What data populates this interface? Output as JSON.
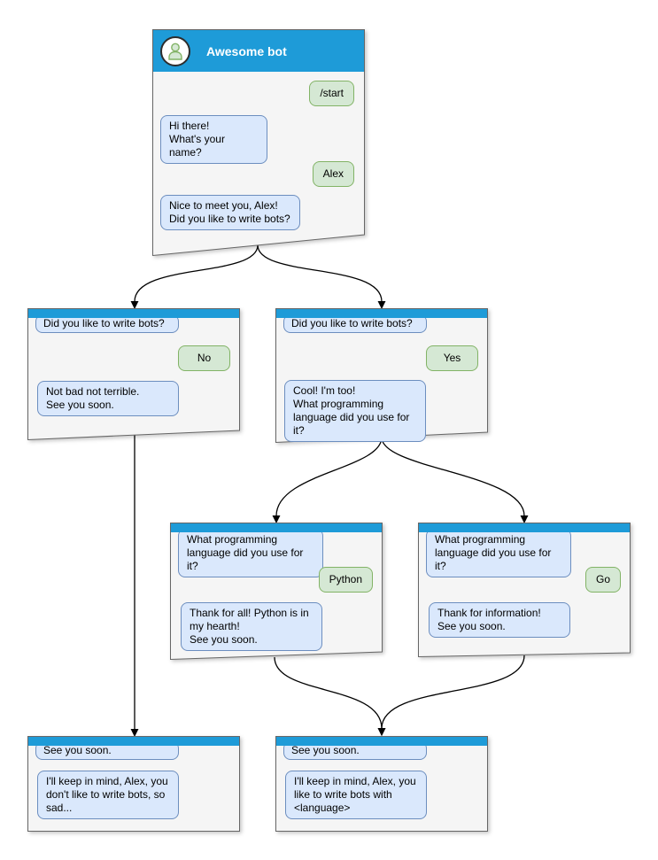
{
  "colors": {
    "header_blue": "#1E9BD8",
    "body_fill": "#F5F5F5",
    "body_border": "#666666",
    "bubble_blue_fill": "#DAE8FC",
    "bubble_blue_border": "#6C8EBF",
    "bubble_green_fill": "#D5E8D4",
    "bubble_green_border": "#82B366"
  },
  "nodes": {
    "root": {
      "title": "Awesome bot",
      "m1": "/start",
      "m2": "Hi there!\nWhat's your name?",
      "m3": "Alex",
      "m4": "Nice to meet you, Alex!\nDid you like to write bots?"
    },
    "no": {
      "question": "Did you like to write bots?",
      "answer": "No",
      "reply": "Not bad not terrible.\nSee you soon."
    },
    "yes": {
      "question": "Did you like to write bots?",
      "answer": "Yes",
      "reply": "Cool! I'm too!\nWhat programming\nlanguage did you use for it?"
    },
    "python": {
      "question": "What programming\nlanguage did you use for it?",
      "answer": "Python",
      "reply": "Thank for all! Python is in\nmy hearth!\nSee you soon."
    },
    "go": {
      "question": "What programming\nlanguage did you use for it?",
      "answer": "Go",
      "reply": "Thank for information!\nSee you soon."
    },
    "final_no": {
      "question": "See you soon.",
      "reply": "I'll keep in mind, Alex, you\ndon't like to write bots, so\nsad..."
    },
    "final_yes": {
      "question": "See you soon.",
      "reply": "I'll keep in mind, Alex, you\nlike to write bots with\n<language>"
    }
  }
}
